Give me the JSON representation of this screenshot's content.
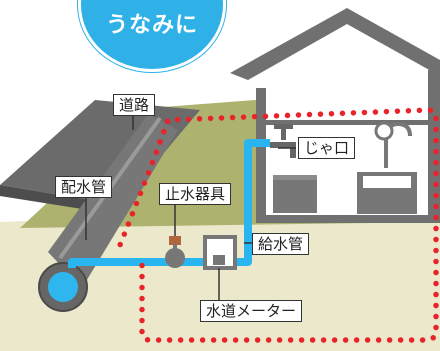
{
  "badge": {
    "text": "うなみに"
  },
  "labels": {
    "road": "道路",
    "main_pipe": "配水管",
    "stop_valve": "止水器具",
    "faucet": "じゃ口",
    "service_pipe": "給水管",
    "meter": "水道メーター"
  },
  "colors": {
    "badge": "#2fb1e8",
    "water_pipe": "#29b6f0",
    "boundary_dots": "#e8232a",
    "road": "#6e6e6e",
    "ground": "#e8e4c6",
    "grass": "#aab06c"
  }
}
